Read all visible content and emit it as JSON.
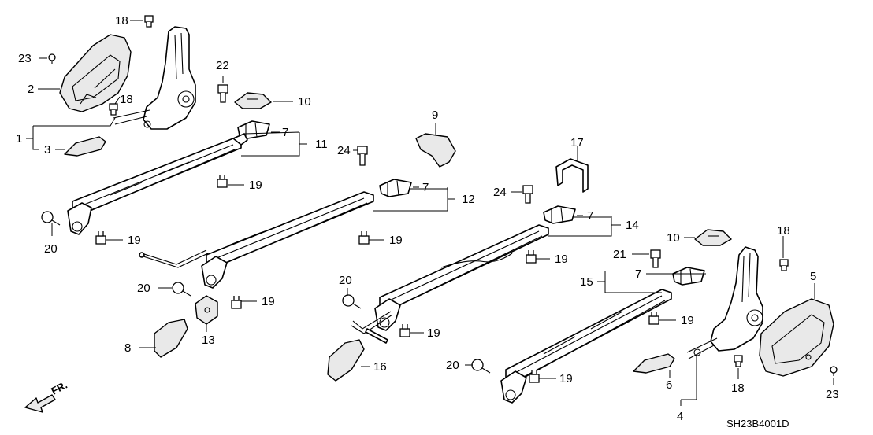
{
  "diagram": {
    "code": "SH23B4001D",
    "front_arrow": "FR.",
    "callouts": {
      "c1": "1",
      "c2": "2",
      "c3": "3",
      "c4": "4",
      "c5": "5",
      "c6": "6",
      "c7a": "7",
      "c7b": "7",
      "c7c": "7",
      "c7d": "7",
      "c8": "8",
      "c9": "9",
      "c10a": "10",
      "c10b": "10",
      "c11": "11",
      "c12": "12",
      "c13": "13",
      "c14": "14",
      "c15": "15",
      "c16": "16",
      "c17": "17",
      "c18a": "18",
      "c18b": "18",
      "c18c": "18",
      "c18d": "18",
      "c19a": "19",
      "c19b": "19",
      "c19c": "19",
      "c19d": "19",
      "c19e": "19",
      "c19f": "19",
      "c19g": "19",
      "c19h": "19",
      "c20a": "20",
      "c20b": "20",
      "c20c": "20",
      "c20d": "20",
      "c21": "21",
      "c22": "22",
      "c23a": "23",
      "c23b": "23",
      "c24a": "24",
      "c24b": "24"
    }
  }
}
